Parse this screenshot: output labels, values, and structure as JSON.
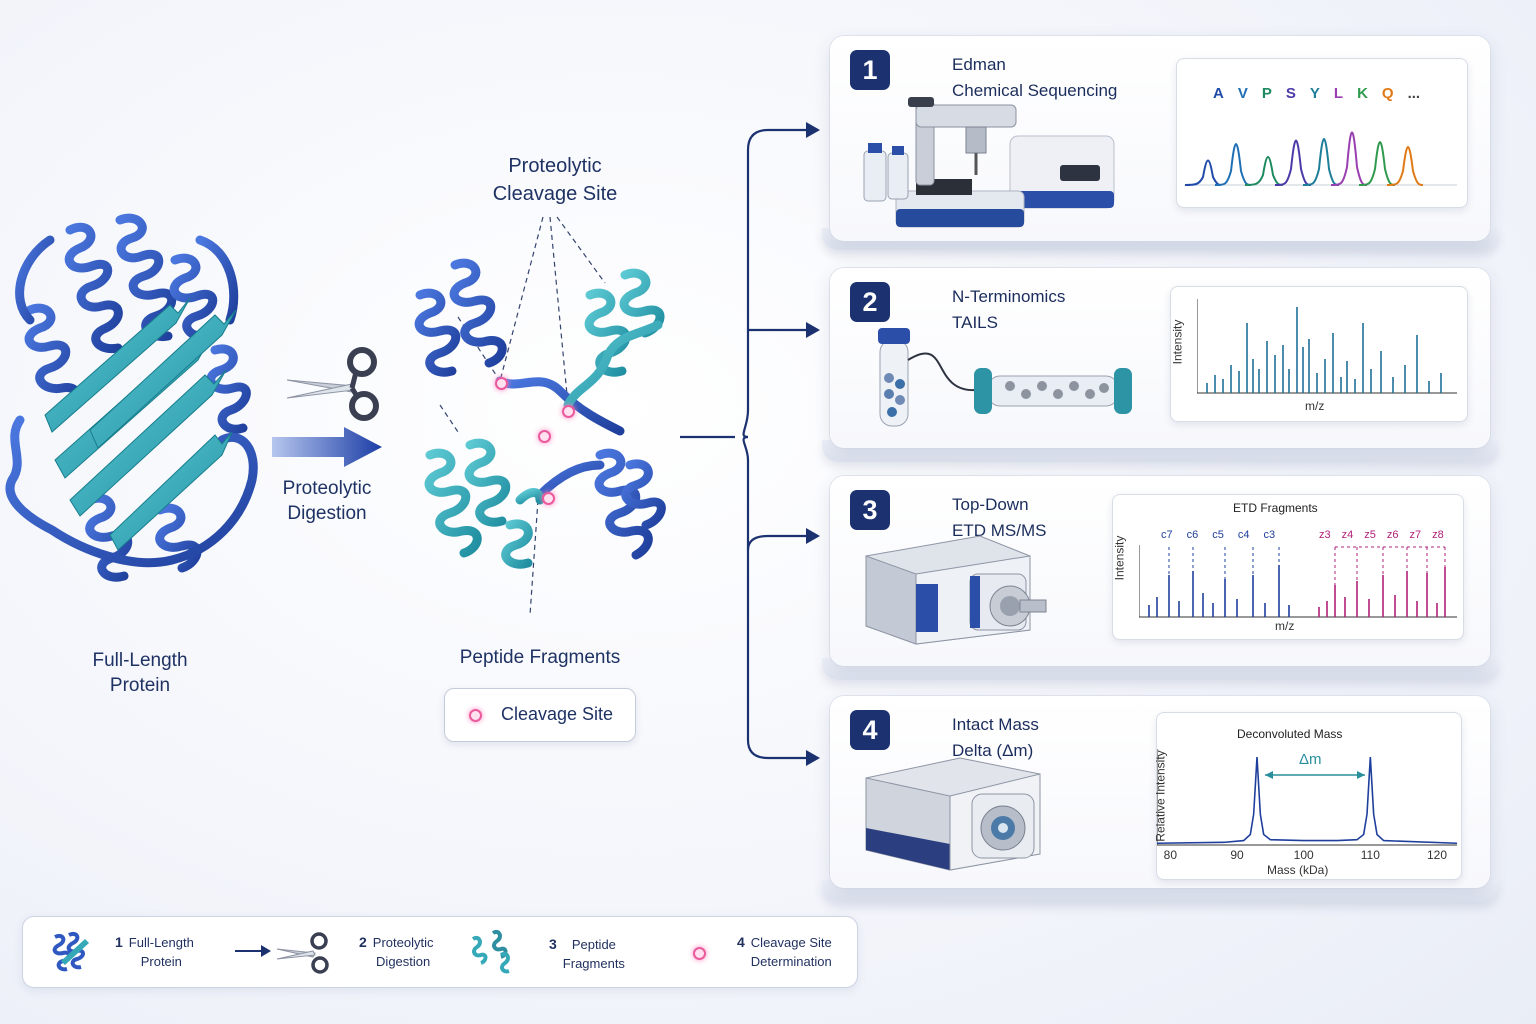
{
  "left": {
    "protein_label": "Full-Length\nProtein",
    "digestion_label": "Proteolytic\nDigestion",
    "cleavage_site_label": "Proteolytic\nCleavage Site",
    "fragments_label": "Peptide Fragments",
    "legend_box_label": "Cleavage Site"
  },
  "panels": [
    {
      "num": "1",
      "title": "Edman",
      "subtitle": "Chemical Sequencing",
      "sequence": [
        "A",
        "V",
        "P",
        "S",
        "Y",
        "L",
        "K",
        "Q",
        "..."
      ],
      "sequence_colors": [
        "#1f4aa8",
        "#1f6fb5",
        "#1c8a5e",
        "#4b3aa8",
        "#1f7f9a",
        "#9a3fb0",
        "#2f9a4e",
        "#e07a18",
        "#444444"
      ]
    },
    {
      "num": "2",
      "title": "N-Terminomics",
      "subtitle": "TAILS",
      "y_label": "Intensity",
      "x_label": "m/z"
    },
    {
      "num": "3",
      "title": "Top-Down",
      "subtitle": "ETD MS/MS",
      "chart_title": "ETD Fragments",
      "y_label": "Intensity",
      "x_label": "m/z",
      "c_ions": [
        "c7",
        "c6",
        "c5",
        "c4",
        "c3"
      ],
      "z_ions": [
        "z3",
        "z4",
        "z5",
        "z6",
        "z7",
        "z8"
      ]
    },
    {
      "num": "4",
      "title": "Intact Mass",
      "subtitle": "Delta (Δm)",
      "chart_title": "Deconvoluted Mass",
      "y_label": "Relative Intensity",
      "x_label": "Mass (kDa)",
      "delta_label": "Δm",
      "x_ticks": [
        "80",
        "90",
        "100",
        "110",
        "120"
      ]
    }
  ],
  "legend": [
    {
      "num": "1",
      "text": "Full-Length\nProtein"
    },
    {
      "num": "2",
      "text": "Proteolytic\nDigestion"
    },
    {
      "num": "3",
      "text": "Peptide\nFragments"
    },
    {
      "num": "4",
      "text": "Cleavage Site\nDetermination"
    }
  ],
  "colors": {
    "navy": "#1b3170",
    "blue_helix": "#2f59c0",
    "teal": "#36a9b8",
    "pink": "#ea5a9d",
    "magenta": "#b0207a"
  },
  "chart_data": [
    {
      "type": "line",
      "title": "Deconvoluted Mass",
      "xlabel": "Mass (kDa)",
      "ylabel": "Relative Intensity",
      "xlim": [
        78,
        123
      ],
      "x_ticks": [
        80,
        90,
        100,
        110,
        120
      ],
      "series": [
        {
          "x": [
            78,
            88,
            91,
            92,
            92.5,
            93,
            93.5,
            94,
            95,
            100,
            105,
            108,
            109,
            109.5,
            110,
            110.5,
            111,
            112,
            123
          ],
          "y": [
            0.02,
            0.03,
            0.05,
            0.12,
            0.35,
            1.0,
            0.35,
            0.12,
            0.06,
            0.05,
            0.05,
            0.06,
            0.12,
            0.35,
            1.0,
            0.35,
            0.12,
            0.05,
            0.02
          ]
        }
      ],
      "annotations": [
        "Δm"
      ]
    }
  ]
}
